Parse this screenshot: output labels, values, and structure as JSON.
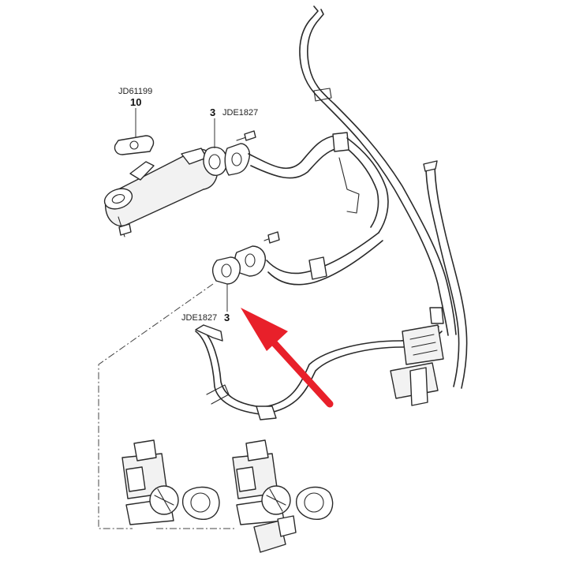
{
  "callouts": [
    {
      "part_no": "JD61199",
      "item": "10"
    },
    {
      "part_no": "JDE1827",
      "item": "3"
    },
    {
      "part_no": "JDE1827",
      "item": "3"
    }
  ],
  "colors": {
    "line": "#2a2a2a",
    "part_fill": "#f2f2f2",
    "arrow": "#e8202a"
  }
}
